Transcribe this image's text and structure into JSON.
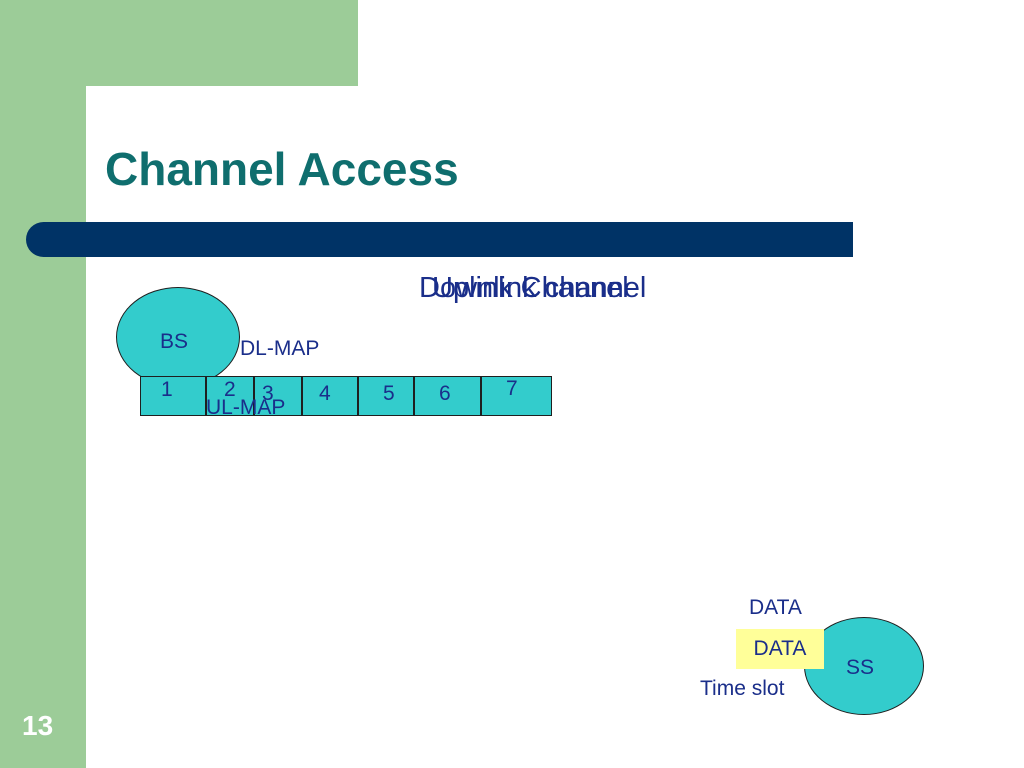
{
  "colors": {
    "green": "#9ccc98",
    "title": "#0f6e6e",
    "navy": "#003366",
    "teal": "#33cccc",
    "text": "#1a2e8a",
    "yellow": "#ffff99"
  },
  "slide": {
    "title": "Channel Access",
    "number": "13"
  },
  "channel_labels": [
    "Uplink Channel",
    "Downlink channel"
  ],
  "bs": {
    "label": "BS"
  },
  "ss": {
    "label": "SS"
  },
  "labels": {
    "dl_map": "DL-MAP",
    "ul_map": "UL-MAP",
    "data_above": "DATA",
    "data_box": "DATA",
    "time_slot": "Time slot"
  },
  "slots": [
    "1",
    "2",
    "3",
    "4",
    "5",
    "6",
    "7"
  ]
}
